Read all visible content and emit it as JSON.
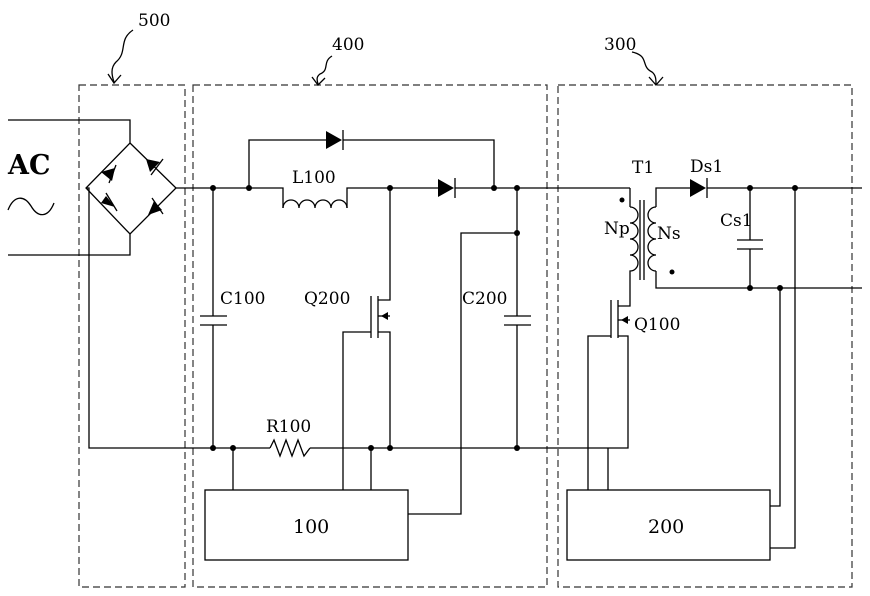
{
  "labels": {
    "ac": "AC",
    "region_500": "500",
    "region_400": "400",
    "region_300": "300",
    "L100": "L100",
    "C100": "C100",
    "Q200": "Q200",
    "C200": "C200",
    "R100": "R100",
    "T1": "T1",
    "Np": "Np",
    "Ns": "Ns",
    "Ds1": "Ds1",
    "Cs1": "Cs1",
    "Q100": "Q100",
    "block_100": "100",
    "block_200": "200"
  },
  "colors": {
    "line": "#000000",
    "dashed_border": "#333333",
    "background": "#ffffff"
  }
}
